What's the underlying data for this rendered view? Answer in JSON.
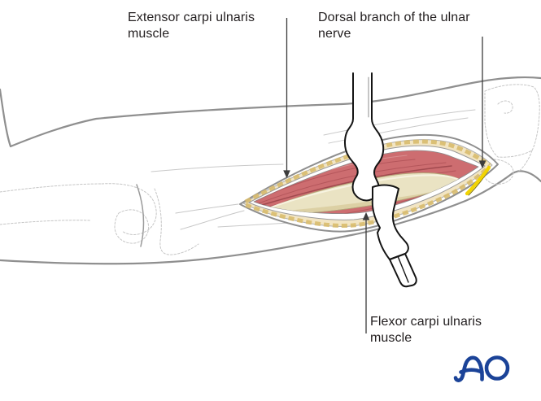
{
  "figure": {
    "type": "medical-illustration",
    "subject": "Surgical approach to the ulna (forearm, ulnar side) with retractors exposing the ulna between the extensor and flexor carpi ulnaris muscles"
  },
  "labels": {
    "extensor": "Extensor carpi ulnaris muscle",
    "dorsal": "Dorsal branch of the ulnar nerve",
    "flexor": "Flexor carpi ulnaris muscle"
  },
  "logo": {
    "text": "AO"
  },
  "colors": {
    "background": "#ffffff",
    "arm_outline": "#8f8f8f",
    "bone_sketch": "#c6c6c6",
    "muscle_red": "#cd6d70",
    "muscle_streak_dark": "#a14a4f",
    "muscle_streak": "#b4565b",
    "muscle_pale": "#e6c3bc",
    "bone_cream": "#eae3c3",
    "bone_shade": "#d9cc9f",
    "fat_cream": "#f2e5c3",
    "fat_lobule": "#d9bc6e",
    "nerve_yellow": "#f2d402",
    "retractor_outline": "#141414",
    "leader_line": "#3c3c3c",
    "label_text": "#242021",
    "logo_blue": "#1b4398"
  }
}
